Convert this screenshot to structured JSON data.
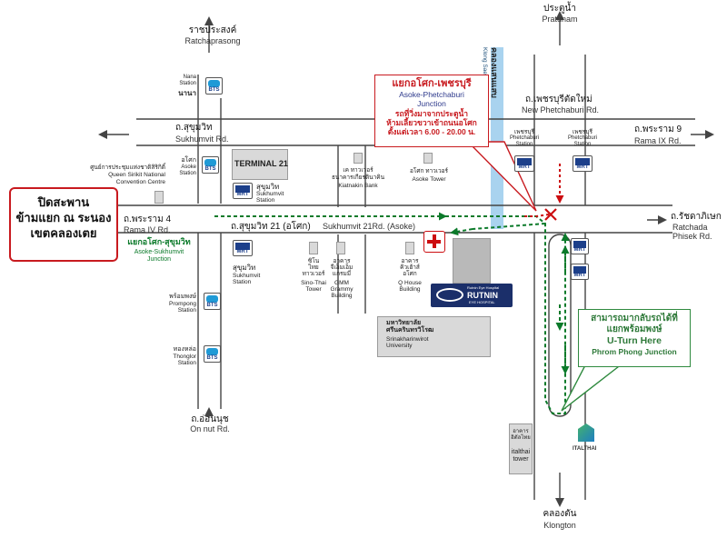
{
  "places": {
    "pratunam_th": "ประตูน้ำ",
    "pratunam_en": "Pratunam",
    "ratchaprasong_th": "ราชประสงค์",
    "ratchaprasong_en": "Ratchaprasong",
    "nana_th": "นานา",
    "nana_en": "Nana\nStation",
    "sukhumvit_rd_th": "ถ.สุขุมวิท",
    "sukhumvit_rd_en": "Sukhumvit Rd.",
    "asoke_th": "อโศก",
    "asoke_en": "Asoke\nStation",
    "qsncc_th": "ศูนย์การประชุมแห่งชาติสิริกิติ์",
    "qsncc_en": "Queen Sirikit National\nConvention Centre",
    "terminal21": "TERMINAL 21",
    "sukhumvit_mrt_th": "สุขุมวิท",
    "sukhumvit_mrt_en": "Sukhumvit\nStation",
    "kiatnakin_th": "เค ทาวเวอร์\nธนาคารเกียรตินาคิน",
    "kiatnakin_en": "Kiatnakin Bank",
    "asoke_tower_th": "อโศก ทาวเวอร์",
    "asoke_tower_en": "Asoke Tower",
    "rama4_th": "ถ.พระราม 4",
    "rama4_en": "Rama IV Rd.",
    "sukh21_th": "ถ.สุขุมวิท 21 (อโศก)",
    "sukh21_en": "Sukhumvit 21Rd. (Asoke)",
    "asoke_sukh_jn_th": "แยกอโศก-สุขุมวิท",
    "asoke_sukh_jn_en": "Asoke-Sukhumvit\nJunction",
    "sukhumvit_mrt2_th": "สุขุมวิท",
    "sukhumvit_mrt2_en": "Sukhumvit\nStation",
    "sino_thai_th": "ซิโน\nไทย\nทาวเวอร์",
    "sino_thai_en": "Sino-Thai\nTower",
    "gmm_th": "อาคาร\nจีเอ็มเอ็ม\nแกรมมี่",
    "gmm_en": "GMM\nGrammy\nBuilding",
    "qhouse_th": "อาคาร\nคิวเฮ้าส์\nอโศก",
    "qhouse_en": "Q House\nBuilding",
    "swu_th": "มหาวิทยาลัย\nศรีนครินทรวิโรฒ",
    "swu_en": "Srinakharinwirot\nUniversity",
    "prompong_th": "พร้อมพงษ์",
    "prompong_en": "Prompong\nStation",
    "thonglor_th": "ทองหล่อ",
    "thonglor_en": "Thonglor\nStation",
    "onnut_th": "ถ.อ่อนนุช",
    "onnut_en": "On nut Rd.",
    "khlongsaensaep_th": "คลองแสนแสบ",
    "khlongsaensaep_en": "Klong Saen Saep",
    "new_phet_th": "ถ.เพชรบุรีตัดใหม่",
    "new_phet_en": "New Phetchaburi Rd.",
    "phet_stn1_th": "เพชรบุรี",
    "phet_stn1_en": "Phetchaburi\nStation",
    "phet_stn2_th": "เพชรบุรี",
    "phet_stn2_en": "Phetchaburi\nStation",
    "rama9_th": "ถ.พระราม 9",
    "rama9_en": "Rama IX Rd.",
    "ratchada_th": "ถ.รัชดาภิเษก",
    "ratchada_en": "Ratchada\nPhisek Rd.",
    "italthai_tower_th": "อาคาร\nอิตัลไทย",
    "italthai_tower_en": "italthai\ntower",
    "italthai_logo": "ITALTHAI",
    "klongtan_th": "คลองตัน",
    "klongtan_en": "Klongton",
    "rutnin_small": "Rutnin Eye Hospital",
    "rutnin": "RUTNIN",
    "rutnin_sub": "EYE HOSPITAL"
  },
  "stations": {
    "bts": "BTS",
    "mrt": "MRT"
  },
  "callouts": {
    "closed": {
      "line1": "ปิดสะพาน",
      "line2": "ข้ามแยก ณ ระนอง",
      "line3": "เขตคลองเตย"
    },
    "junction": {
      "title_th": "แยกอโศก-เพชรบุรี",
      "title_en": "Asoke-Phetchaburi\nJunction",
      "note1": "รถที่วิ่งมาจากประตูน้ำ",
      "note2": "ห้ามเลี้ยวขวาเข้าถนนอโศก",
      "note3": "ตั้งแต่เวลา 6.00 - 20.00 น."
    },
    "uturn": {
      "line1": "สามารถมากลับรถได้ที่",
      "line2": "แยกพร้อมพงษ์",
      "line3": "U-Turn Here",
      "line4": "Phrom Phong Junction"
    }
  },
  "colors": {
    "route": "#0b7a2a",
    "blocked": "#cc0d10",
    "canal": "#a9d3ef",
    "closed_border": "#c81a1f",
    "uturn_border": "#2f8a3f",
    "junction_border": "#c81a1f",
    "bts_logo": "#1f9ad6",
    "mrt_logo": "#1c3f8a"
  }
}
